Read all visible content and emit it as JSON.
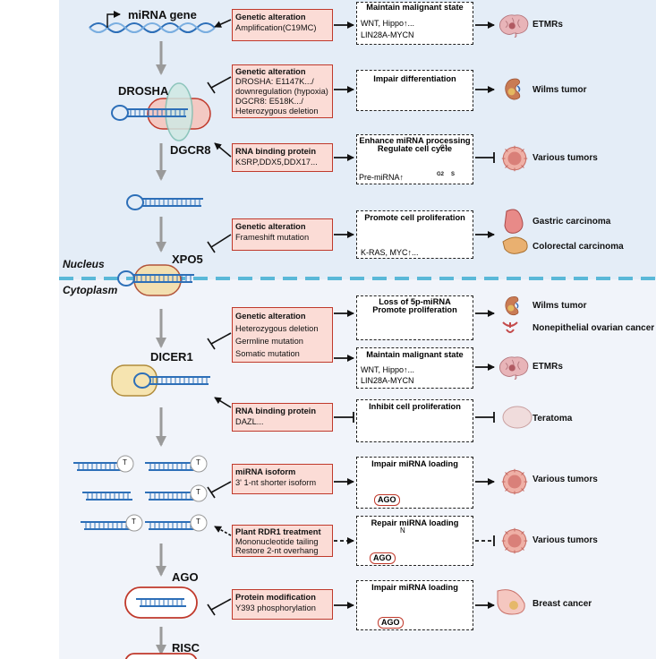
{
  "colors": {
    "nucleus_bg": "#e4edf7",
    "cytoplasm_bg": "#f1f4fa",
    "boundary": "#5ab8d8",
    "box_fill": "#fbdcd6",
    "box_border": "#c0392b",
    "drosha_fill": "#f3c9c3",
    "dgcr8_fill": "#cfe9e4",
    "xpo5_fill": "#f2dfb0",
    "dicer_fill": "#f6e4b0",
    "rna_blue": "#2d6fb8",
    "cell_pink": "#e8707a"
  },
  "zones": {
    "nucleus": "Nucleus",
    "cytoplasm": "Cytoplasm"
  },
  "components": {
    "mirna_gene": "miRNA gene",
    "drosha": "DROSHA",
    "dgcr8": "DGCR8",
    "xpo5": "XPO5",
    "dicer1": "DICER1",
    "ago": "AGO",
    "risc": "RISC"
  },
  "rows": [
    {
      "alteration": {
        "heading": "Genetic alteration",
        "lines": [
          "Amplification(C19MC)"
        ]
      },
      "effect": {
        "title": "Maintain malignant state",
        "lines": [
          "WNT, Hippo↑...",
          "LIN28A-MYCN"
        ]
      },
      "diseases": [
        "ETMRs"
      ]
    },
    {
      "alteration": {
        "heading": "Genetic alteration",
        "lines": [
          "DROSHA: E1147K.../",
          "downregulation (hypoxia)",
          "DGCR8: E518K.../",
          "Heterozygous deletion"
        ]
      },
      "effect": {
        "title": "Impair differentiation",
        "lines": []
      },
      "diseases": [
        "Wilms tumor"
      ]
    },
    {
      "alteration": {
        "heading": "RNA binding protein",
        "lines": [
          "KSRP,DDX5,DDX17..."
        ]
      },
      "effect": {
        "title": "Enhance miRNA processing",
        "title2": "Regulate cell cycle",
        "lines": [
          "Pre-miRNA↑"
        ]
      },
      "diseases": [
        "Various tumors"
      ]
    },
    {
      "alteration": {
        "heading": "Genetic alteration",
        "lines": [
          "Frameshift mutation"
        ]
      },
      "effect": {
        "title": "Promote cell proliferation",
        "lines": [
          "K-RAS, MYC↑..."
        ]
      },
      "diseases": [
        "Gastric carcinoma",
        "Colorectal carcinoma"
      ]
    },
    {
      "alteration": {
        "heading": "Genetic alteration",
        "lines": [
          "Heterozygous deletion",
          "Germline mutation",
          "Somatic mutation"
        ]
      },
      "effect": {
        "title": "Loss of 5p-miRNA",
        "title2": "Promote proliferation",
        "lines": []
      },
      "diseases": [
        "Wilms tumor",
        "Nonepithelial ovarian cancer"
      ]
    },
    {
      "alteration": null,
      "effect": {
        "title": "Maintain malignant state",
        "lines": [
          "WNT, Hippo↑...",
          "LIN28A-MYCN"
        ]
      },
      "diseases": [
        "ETMRs"
      ]
    },
    {
      "alteration": {
        "heading": "RNA binding protein",
        "lines": [
          "DAZL..."
        ]
      },
      "effect": {
        "title": "Inhibit cell proliferation",
        "lines": []
      },
      "diseases": [
        "Teratoma"
      ]
    },
    {
      "alteration": {
        "heading": "miRNA isoform",
        "lines": [
          "3' 1-nt shorter isoform"
        ]
      },
      "effect": {
        "title": "Impair miRNA loading",
        "lines": [
          "AGO"
        ]
      },
      "diseases": [
        "Various tumors"
      ]
    },
    {
      "alteration": {
        "heading": "Plant RDR1 treatment",
        "lines": [
          "Mononucleotide tailing",
          "Restore 2-nt overhang"
        ]
      },
      "effect": {
        "title": "Repair miRNA loading",
        "lines": [
          "AGO"
        ]
      },
      "diseases": [
        "Various tumors"
      ]
    },
    {
      "alteration": {
        "heading": "Protein modification",
        "lines": [
          "Y393 phosphorylation"
        ]
      },
      "effect": {
        "title": "Impair miRNA loading",
        "lines": [
          "AGO"
        ]
      },
      "diseases": [
        "Breast cancer"
      ]
    }
  ],
  "cell_cycle": {
    "g1": "G1",
    "g2": "G2",
    "s": "S"
  },
  "isoform_end_label": "T",
  "repair_end_label": "N"
}
